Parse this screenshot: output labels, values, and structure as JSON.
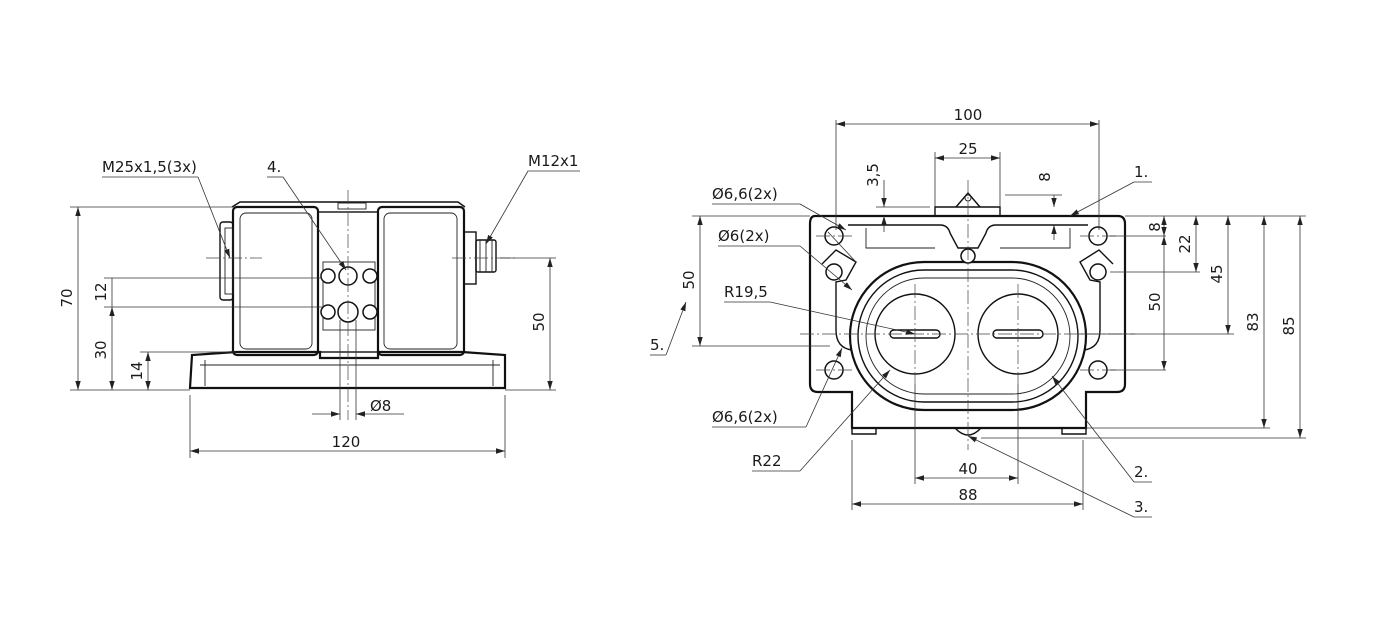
{
  "views": {
    "side": {
      "callouts": {
        "thread_main": "M25x1,5(3x)",
        "thread_side": "M12x1",
        "item_4": "4."
      },
      "dims": {
        "height_70": "70",
        "d12": "12",
        "d30": "30",
        "d14": "14",
        "d50": "50",
        "dia8": "Ø8",
        "w120": "120"
      }
    },
    "front": {
      "callouts": {
        "item_1": "1.",
        "item_2": "2.",
        "item_3": "3.",
        "item_5": "5.",
        "hole_66_top": "Ø6,6(2x)",
        "hole_6": "Ø6(2x)",
        "radius_195": "R19,5",
        "hole_66_bottom": "Ø6,6(2x)",
        "radius_22": "R22"
      },
      "dims": {
        "w100": "100",
        "w25": "25",
        "d35": "3,5",
        "d8_top": "8",
        "d8_right": "8",
        "d22": "22",
        "d45": "45",
        "d83": "83",
        "d85": "85",
        "d50_right": "50",
        "d50_left": "50",
        "w40": "40",
        "w88": "88"
      }
    }
  }
}
